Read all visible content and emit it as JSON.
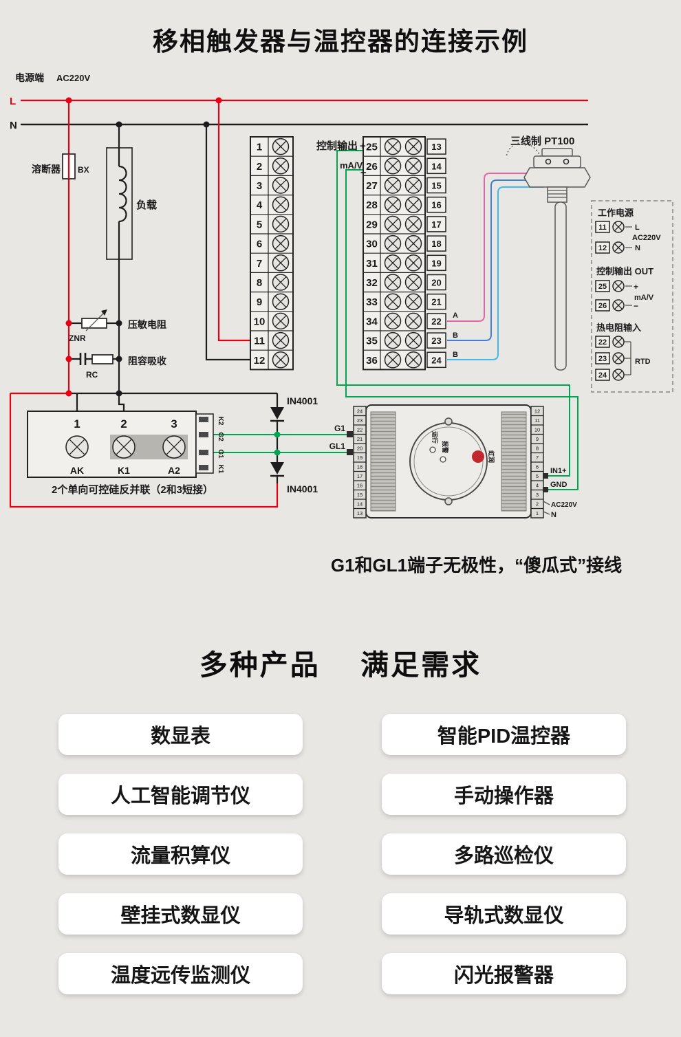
{
  "colors": {
    "bg": "#e9e7e3",
    "line": "#1c1c1c",
    "wire-red": "#e60012",
    "wire-green": "#00a551",
    "wire-pink": "#e765a5",
    "wire-blue": "#3f7fd6",
    "wire-cyan": "#41b8ec",
    "logo-red": "#c1272d",
    "btn-bg": "#ffffff"
  },
  "page": {
    "title": "移相触发器与温控器的连接示例",
    "caption": "G1和GL1端子无极性，“傻瓜式”接线",
    "section_title": "多种产品　 满足需求"
  },
  "diagram": {
    "power": {
      "label": "电源端",
      "voltage": "AC220V",
      "l": "L",
      "n": "N"
    },
    "fuse": {
      "label": "溶断器",
      "code": "BX"
    },
    "load": {
      "label": "负载"
    },
    "varistor": {
      "label": "压敏电阻",
      "code": "ZNR"
    },
    "rc": {
      "label": "阻容吸收",
      "code": "RC"
    },
    "out": {
      "title": "控制输出",
      "plus": "+",
      "mav": "mA/V",
      "minus": "−"
    },
    "left_block": {
      "terminals": [
        "1",
        "2",
        "3",
        "4",
        "5",
        "6",
        "7",
        "8",
        "9",
        "10",
        "11",
        "12"
      ]
    },
    "right_block": {
      "inner": [
        "25",
        "26",
        "27",
        "28",
        "29",
        "30",
        "31",
        "32",
        "33",
        "34",
        "35",
        "36"
      ],
      "outer": [
        "13",
        "14",
        "15",
        "16",
        "17",
        "18",
        "19",
        "20",
        "21",
        "22",
        "23",
        "24"
      ]
    },
    "pt100": {
      "title": "三线制 PT100",
      "a": "A",
      "b1": "B",
      "b2": "B"
    },
    "legend": {
      "power_title": "工作电源",
      "t11": "11",
      "t12": "12",
      "l": "L",
      "n": "N",
      "ac": "AC220V",
      "out_title": "控制输出 OUT",
      "t25": "25",
      "t26": "26",
      "plus": "+",
      "minus": "−",
      "mav": "mA/V",
      "rtd_title": "热电阻输入",
      "t22": "22",
      "t23": "23",
      "t24": "24",
      "rtd": "RTD"
    },
    "scr": {
      "n1": "1",
      "n2": "2",
      "n3": "3",
      "ak": "AK",
      "k1": "K1",
      "a2": "A2",
      "gates": [
        "K2",
        "G2",
        "G1",
        "K1"
      ],
      "note": "2个单向可控硅反并联（2和3短接）"
    },
    "diodes": {
      "top": "IN4001",
      "bottom": "IN4001"
    },
    "module": {
      "left_strip": [
        "24",
        "23",
        "22",
        "21",
        "20",
        "19",
        "18",
        "17",
        "16",
        "15",
        "14",
        "13"
      ],
      "right_strip": [
        "12",
        "11",
        "10",
        "9",
        "8",
        "7",
        "6",
        "5",
        "4",
        "3",
        "2",
        "1"
      ],
      "g1": "G1",
      "gl1": "GL1",
      "in1": "IN1+",
      "gnd": "GND",
      "ac": "AC220V",
      "n": "N",
      "run": "运行",
      "alarm": "报警",
      "brand": "虹润"
    }
  },
  "products": {
    "left": [
      "数显表",
      "人工智能调节仪",
      "流量积算仪",
      "壁挂式数显仪",
      "温度远传监测仪"
    ],
    "right": [
      "智能PID温控器",
      "手动操作器",
      "多路巡检仪",
      "导轨式数显仪",
      "闪光报警器"
    ]
  }
}
